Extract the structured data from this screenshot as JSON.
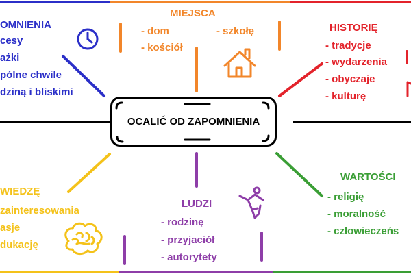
{
  "center": {
    "title": "OCALIĆ OD ZAPOMNIENIA"
  },
  "colors": {
    "blue": "#2b2fc8",
    "orange": "#f2862a",
    "red": "#e3232b",
    "yellow": "#f4c21a",
    "purple": "#8e3ea8",
    "green": "#3a9e35",
    "black": "#000000"
  },
  "branches": {
    "top_left": {
      "title": "OMNIENIA",
      "items": [
        "cesy",
        "ażki",
        "pólne chwile",
        "dziną i bliskimi"
      ],
      "icon": "clock-icon"
    },
    "top_center": {
      "title": "MIEJSCA",
      "items": [
        "- dom",
        "- kościół",
        "- szkołę"
      ],
      "icon": "house-icon"
    },
    "top_right": {
      "title": "HISTORIĘ",
      "items": [
        "- tradycje",
        "- wydarzenia",
        "- obyczaje",
        "- kulturę"
      ],
      "icon": "flag-icon"
    },
    "bottom_left": {
      "title": "WIEDZĘ",
      "items": [
        "zainteresowania",
        "asje",
        "dukację"
      ],
      "icon": "brain-icon"
    },
    "bottom_center": {
      "title": "LUDZI",
      "items": [
        "- rodzinę",
        "- przyjaciół",
        "- autorytety"
      ],
      "icon": "person-icon"
    },
    "bottom_right": {
      "title": "WARTOŚCI",
      "items": [
        "- religię",
        "- moralność",
        "- człowieczeńs"
      ]
    }
  }
}
